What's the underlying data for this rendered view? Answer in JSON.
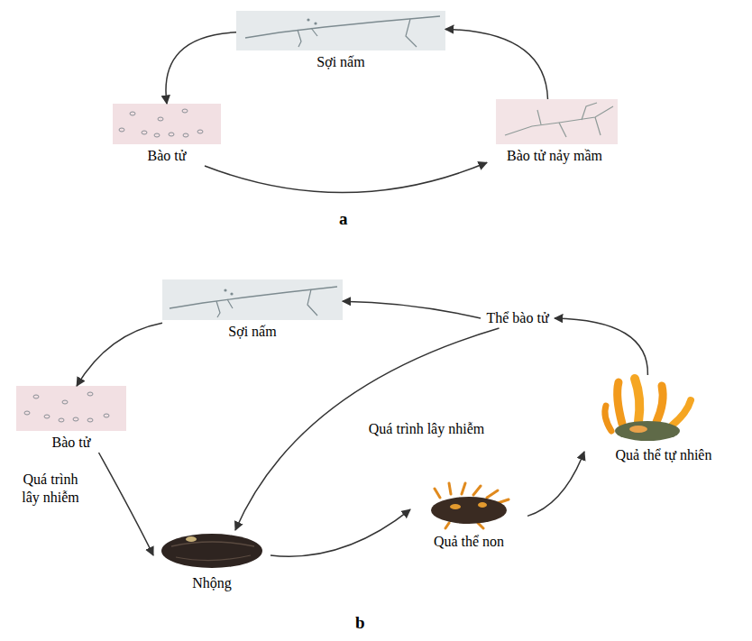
{
  "diagram": {
    "nodes": [
      {
        "text": [
          "Sợi nấm"
        ]
      },
      {
        "text": [
          "Bào tử"
        ]
      },
      {
        "text": [
          "Bào tử nảy mầm"
        ]
      },
      {
        "text": [
          "Sợi nấm"
        ]
      },
      {
        "text": [
          "Thể bào tử"
        ]
      },
      {
        "text": [
          "Bào tử"
        ]
      },
      {
        "text": [
          "Quả thể tự nhiên"
        ]
      },
      {
        "text": [
          "Nhộng"
        ]
      },
      {
        "text": [
          "Quả thể non"
        ]
      }
    ],
    "edges": [
      {
        "from": 0,
        "to": 1,
        "arrow": "to"
      },
      {
        "from": 1,
        "to": 2,
        "arrow": "to"
      },
      {
        "from": 2,
        "to": 0,
        "arrow": "to"
      },
      {
        "from": 4,
        "to": 3,
        "arrow": "to"
      },
      {
        "from": 3,
        "to": 5,
        "arrow": "to"
      },
      {
        "from": 5,
        "to": 7,
        "label": "Quá trình lây nhiễm",
        "arrow": "to"
      },
      {
        "from": 4,
        "to": 7,
        "label": "Quá trình lây nhiễm",
        "arrow": "to"
      },
      {
        "from": 7,
        "to": 8,
        "arrow": "to"
      },
      {
        "from": 8,
        "to": 6,
        "arrow": "to"
      },
      {
        "from": 6,
        "to": 4,
        "arrow": "to"
      }
    ],
    "labels": [
      "a",
      "b"
    ]
  }
}
